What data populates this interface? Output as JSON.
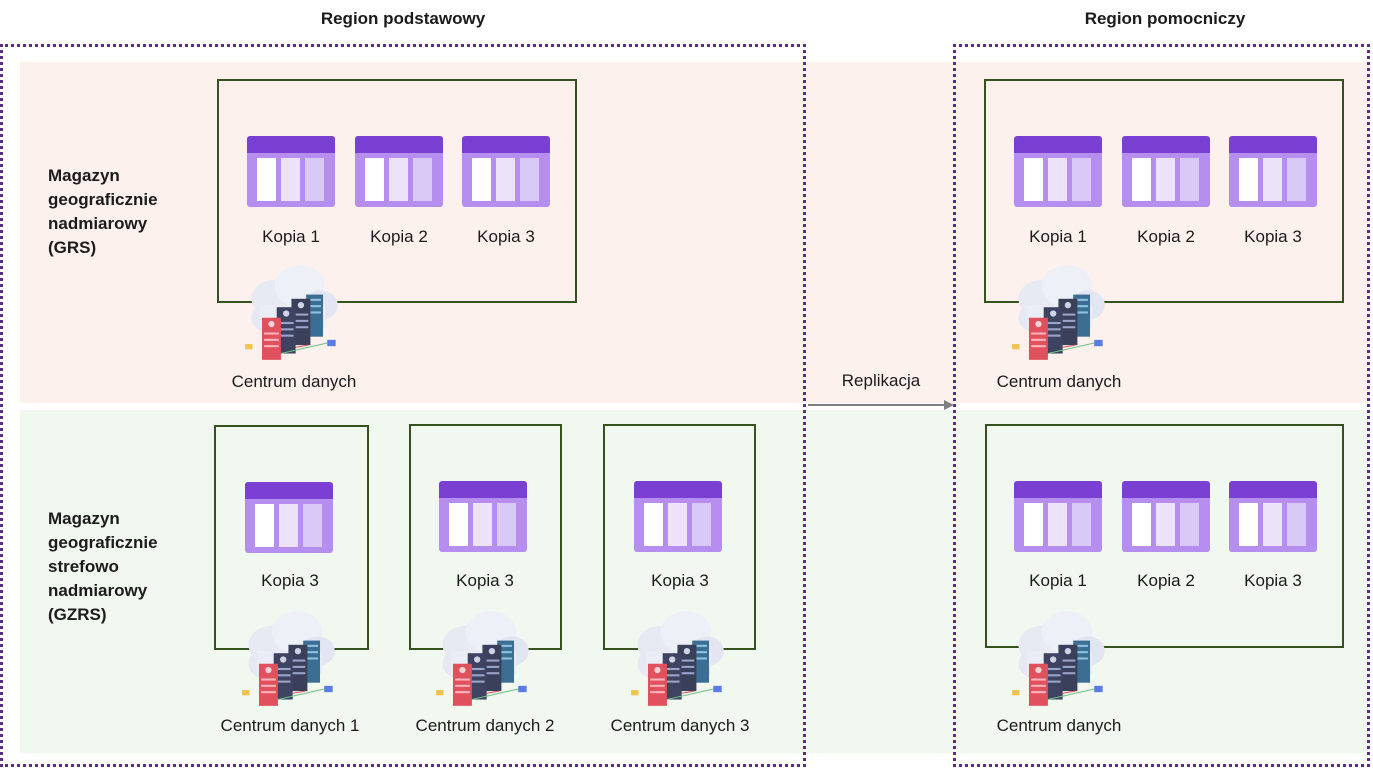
{
  "regions": {
    "primary_title": "Region podstawowy",
    "secondary_title": "Region pomocniczy"
  },
  "rows": {
    "grs_label": [
      "Magazyn",
      "geograficznie",
      "nadmiarowy",
      "(GRS)"
    ],
    "gzrs_label": [
      "Magazyn",
      "geograficznie",
      "strefowo",
      "nadmiarowy",
      "(GZRS)"
    ]
  },
  "replication_label": "Replikacja",
  "primary_grs": {
    "copies": [
      "Kopia 1",
      "Kopia 2",
      "Kopia 3"
    ],
    "datacenter": "Centrum danych"
  },
  "primary_gzrs": {
    "zones": [
      {
        "copy": "Kopia 3",
        "datacenter": "Centrum danych 1"
      },
      {
        "copy": "Kopia 3",
        "datacenter": "Centrum danych 2"
      },
      {
        "copy": "Kopia 3",
        "datacenter": "Centrum danych 3"
      }
    ]
  },
  "secondary_grs": {
    "copies": [
      "Kopia 1",
      "Kopia 2",
      "Kopia 3"
    ],
    "datacenter": "Centrum danych"
  },
  "secondary_gzrs": {
    "copies": [
      "Kopia 1",
      "Kopia 2",
      "Kopia 3"
    ],
    "datacenter": "Centrum danych"
  },
  "icons": {
    "storage": "storage-account-icon",
    "datacenter": "datacenter-cloud-icon"
  },
  "colors": {
    "grs_band": "#fdf1ee",
    "gzrs_band": "#f1f8ef",
    "region_border": "#5b2d86",
    "datacenter_border": "#35521f",
    "storage_header": "#7a3fd3",
    "storage_body": "#b68ef0"
  }
}
